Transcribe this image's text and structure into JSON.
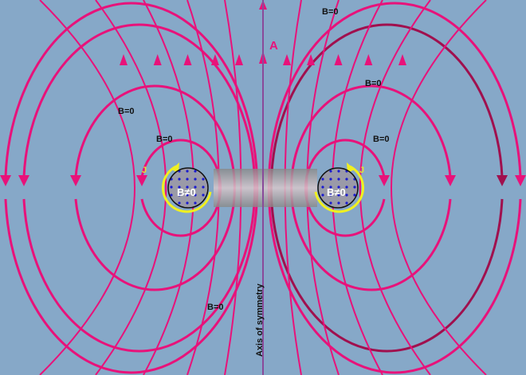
{
  "labels": {
    "b_zero": "B=0",
    "b_nonzero": "B≠0",
    "vector_potential": "A",
    "current": "J",
    "axis": "Axis of symmetry"
  },
  "colors": {
    "background": "#86a8c8",
    "field_line": "#e8127a",
    "highlighted_field_line": "#a0104e",
    "current_loop": "#f0f020",
    "axis": "#8a4a9a",
    "coil": "#9a9aa8",
    "charge_dots": "#1a1ad0"
  }
}
